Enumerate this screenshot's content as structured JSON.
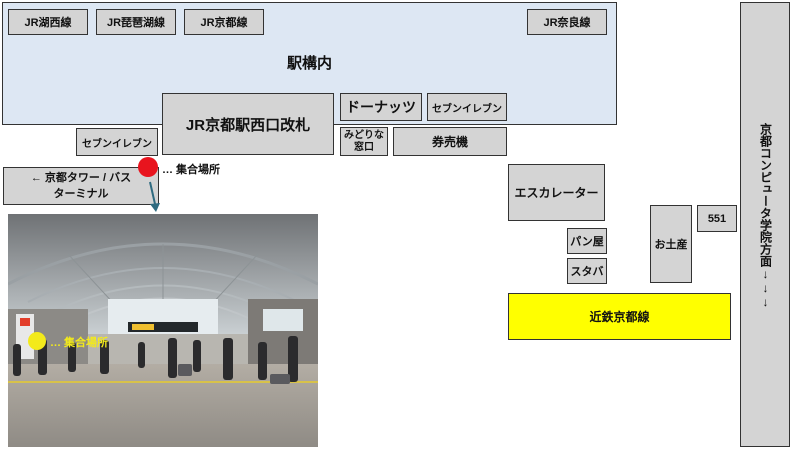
{
  "station": {
    "label": "駅構内",
    "lines": [
      "JR湖西線",
      "JR琵琶湖線",
      "JR京都線",
      "JR奈良線"
    ]
  },
  "gate": {
    "label": "JR京都駅西口改札"
  },
  "shops": {
    "donuts": "ドーナッツ",
    "seven_top": "セブンイレブン",
    "seven_left": "セブンイレブン",
    "midori_line1": "みどりな",
    "midori_line2": "窓口",
    "tickets": "券売機",
    "escalator": "エスカレーター",
    "pan": "パン屋",
    "starbucks": "スタバ",
    "souvenir": "お土産",
    "s551": "551",
    "kintetsu": "近鉄京都線"
  },
  "direction_left": {
    "line1": "← 京都タワー / バス",
    "line2": "ターミナル"
  },
  "direction_right": {
    "label": "京都コンピュータ学院方面↓↓↓"
  },
  "meeting": {
    "label_map": "… 集合場所",
    "label_photo": "… 集合場所",
    "marker_color_map": "#e8141e",
    "marker_color_photo": "#f3ea1b"
  },
  "colors": {
    "kintetsu_fill": "#ffff00",
    "station_fill": "#dde7f3",
    "arrow": "#2f6b80"
  }
}
